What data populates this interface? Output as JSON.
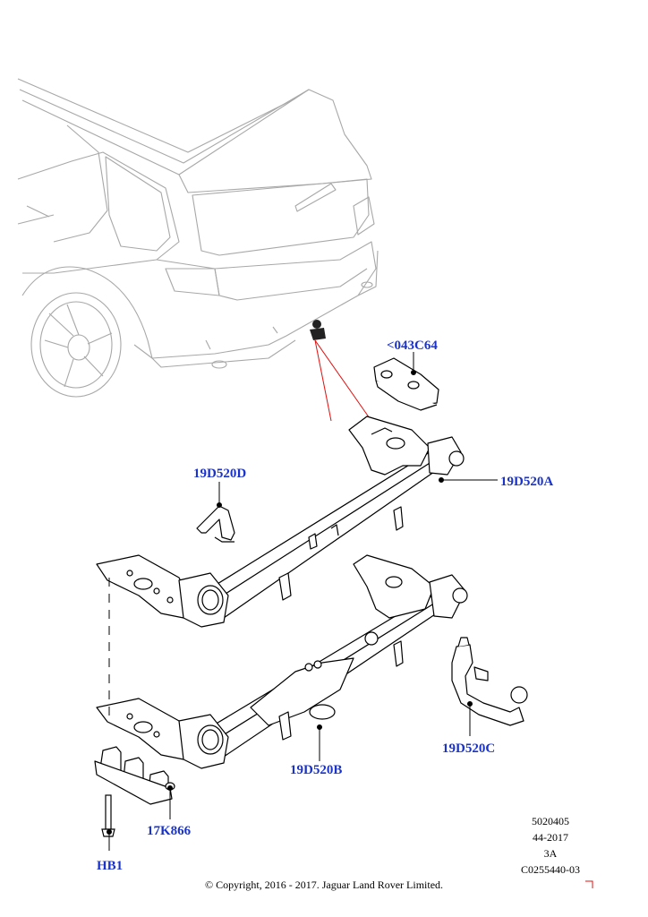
{
  "callouts": {
    "c043c64": "<043C64",
    "d520a": "19D520A",
    "d520d": "19D520D",
    "d520b": "19D520B",
    "d520c": "19D520C",
    "k866": "17K866",
    "hb1": "HB1"
  },
  "meta": {
    "line1": "5020405",
    "line2": "44-2017",
    "line3": "3A",
    "line4": "C0255440-03"
  },
  "copyright": "© Copyright, 2016 - 2017. Jaguar Land Rover Limited.",
  "colors": {
    "callout": "#1a33cc",
    "line": "#000000",
    "vehicle": "#a8a8a8",
    "leader_red": "#e01010"
  }
}
